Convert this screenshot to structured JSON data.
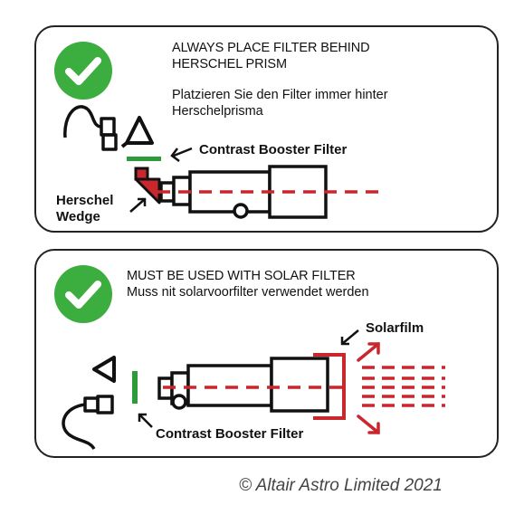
{
  "panel1": {
    "title_line1": "ALWAYS PLACE FILTER BEHIND",
    "title_line2": "HERSCHEL PRISM",
    "subtitle_line1": "Platzieren Sie den Filter immer hinter",
    "subtitle_line2": "Herschelprisma",
    "label_filter": "Contrast Booster Filter",
    "label_herschel_line1": "Herschel",
    "label_herschel_line2": "Wedge"
  },
  "panel2": {
    "title_line1": "MUST BE USED WITH SOLAR FILTER",
    "title_line2": "Muss nit solarvoorfilter verwendet werden",
    "label_solarfilm": "Solarfilm",
    "label_filter": "Contrast Booster Filter"
  },
  "copyright": "© Altair Astro Limited 2021",
  "colors": {
    "check_green": "#3cad3f",
    "filter_green": "#2e9b3a",
    "light_red": "#c8272e",
    "outline": "#111111"
  },
  "icons": [
    "checkmark-icon",
    "eye-icon",
    "camera-icon",
    "arrow-icon",
    "telescope-icon",
    "herschel-wedge-icon",
    "light-ray-icon"
  ]
}
